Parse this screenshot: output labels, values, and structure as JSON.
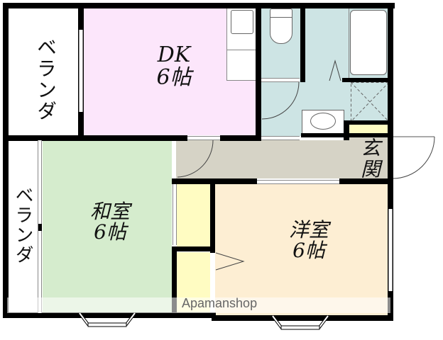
{
  "floorplan": {
    "rooms": {
      "dk": {
        "name": "DK",
        "size": "6帖",
        "color": "#fce6fb"
      },
      "washitsu": {
        "name": "和室",
        "size": "6帖",
        "color": "#d5eccd"
      },
      "yoshitsu": {
        "name": "洋室",
        "size": "6帖",
        "color": "#fdeed3"
      },
      "genkan": {
        "name": "玄関",
        "color": "#d6d3c6"
      },
      "hallway": {
        "color": "#d6d3c6"
      },
      "wet_area": {
        "color": "#cde4e4"
      },
      "closet": {
        "color": "#fffcc2"
      },
      "veranda_top": {
        "name": "ベランダ"
      },
      "veranda_left": {
        "name": "ベランダ"
      }
    },
    "watermark": "Apamanshop"
  }
}
